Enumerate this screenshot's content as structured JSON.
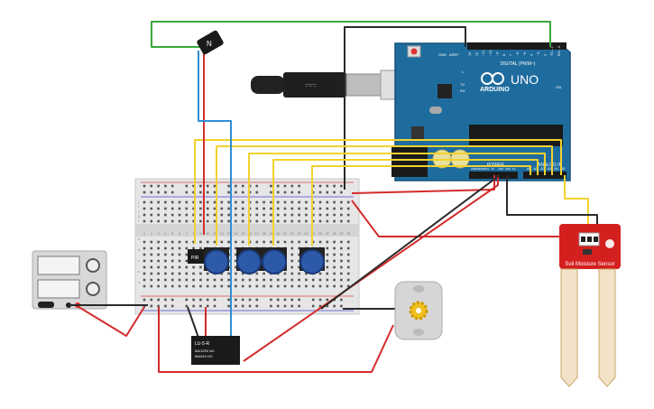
{
  "arduino": {
    "aref": "AREF",
    "gnd": "GND",
    "digital_header": "DIGITAL (PWM~)",
    "pin_labels": [
      "13",
      "12",
      "~11",
      "~10",
      "~9",
      "8",
      "7",
      "~6",
      "~5",
      "4",
      "~3",
      "2",
      "TX→1",
      "RX←0"
    ],
    "brand": "ARDUINO",
    "model": "UNO",
    "l": "L",
    "tx": "TX",
    "rx": "RX",
    "on": "ON",
    "power_header": "POWER",
    "analog_header": "ANALOG IN",
    "power_pins": [
      "IOREF",
      "RESET",
      "3.3V",
      "5V",
      "GND",
      "GND",
      "Vin"
    ],
    "analog_pins": [
      "A0",
      "A1",
      "A2",
      "A3",
      "A4",
      "A5"
    ]
  },
  "transistor_label": "N",
  "relay": {
    "model": "LU-5-R",
    "line1": "5A/125V AC",
    "line2": "5A/24V DC"
  },
  "sensor": {
    "label": "Soil Moisture Sensor"
  },
  "breadboard": {
    "col_numbers": [
      "1",
      "2",
      "3",
      "4",
      "5",
      "6",
      "7",
      "8",
      "9",
      "10",
      "11",
      "12",
      "13",
      "14",
      "15",
      "16",
      "17",
      "18",
      "19",
      "20",
      "21",
      "22",
      "23",
      "24",
      "25",
      "26",
      "27",
      "28",
      "29",
      "30"
    ],
    "rows_top": [
      "j",
      "i",
      "h",
      "g",
      "f"
    ],
    "rows_bottom": [
      "e",
      "d",
      "c",
      "b",
      "a"
    ]
  },
  "small_ic_label": "PIR",
  "colors": {
    "arduino_board": "#1e6c9e",
    "wire_yellow": "#f2d22e",
    "wire_red": "#d42b2b",
    "wire_black": "#2a2a2a",
    "wire_green": "#3aa83a",
    "wire_blue": "#2d8fd3",
    "sensor_board": "#d41f1f",
    "potentiometer": "#2c5aa8"
  }
}
